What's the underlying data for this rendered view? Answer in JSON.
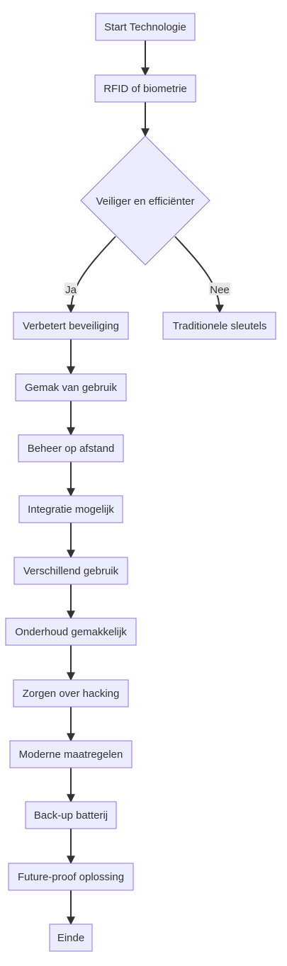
{
  "flowchart": {
    "nodes": {
      "start": "Start Technologie",
      "rfid": "RFID of biometrie",
      "decision": "Veiliger en efficiënter",
      "n1": "Verbetert beveiliging",
      "n2": "Gemak van gebruik",
      "n3": "Beheer op afstand",
      "n4": "Integratie mogelijk",
      "n5": "Verschillend gebruik",
      "n6": "Onderhoud gemakkelijk",
      "n7": "Zorgen over hacking",
      "n8": "Moderne maatregelen",
      "n9": "Back-up batterij",
      "n10": "Future-proof oplossing",
      "end": "Einde",
      "alt": "Traditionele sleutels"
    },
    "edge_labels": {
      "yes": "Ja",
      "no": "Nee"
    },
    "colors": {
      "node_fill": "#ECECFF",
      "node_stroke": "#9370DB",
      "edge": "#333333",
      "text": "#333333",
      "label_bg": "#e8e8e8"
    }
  }
}
